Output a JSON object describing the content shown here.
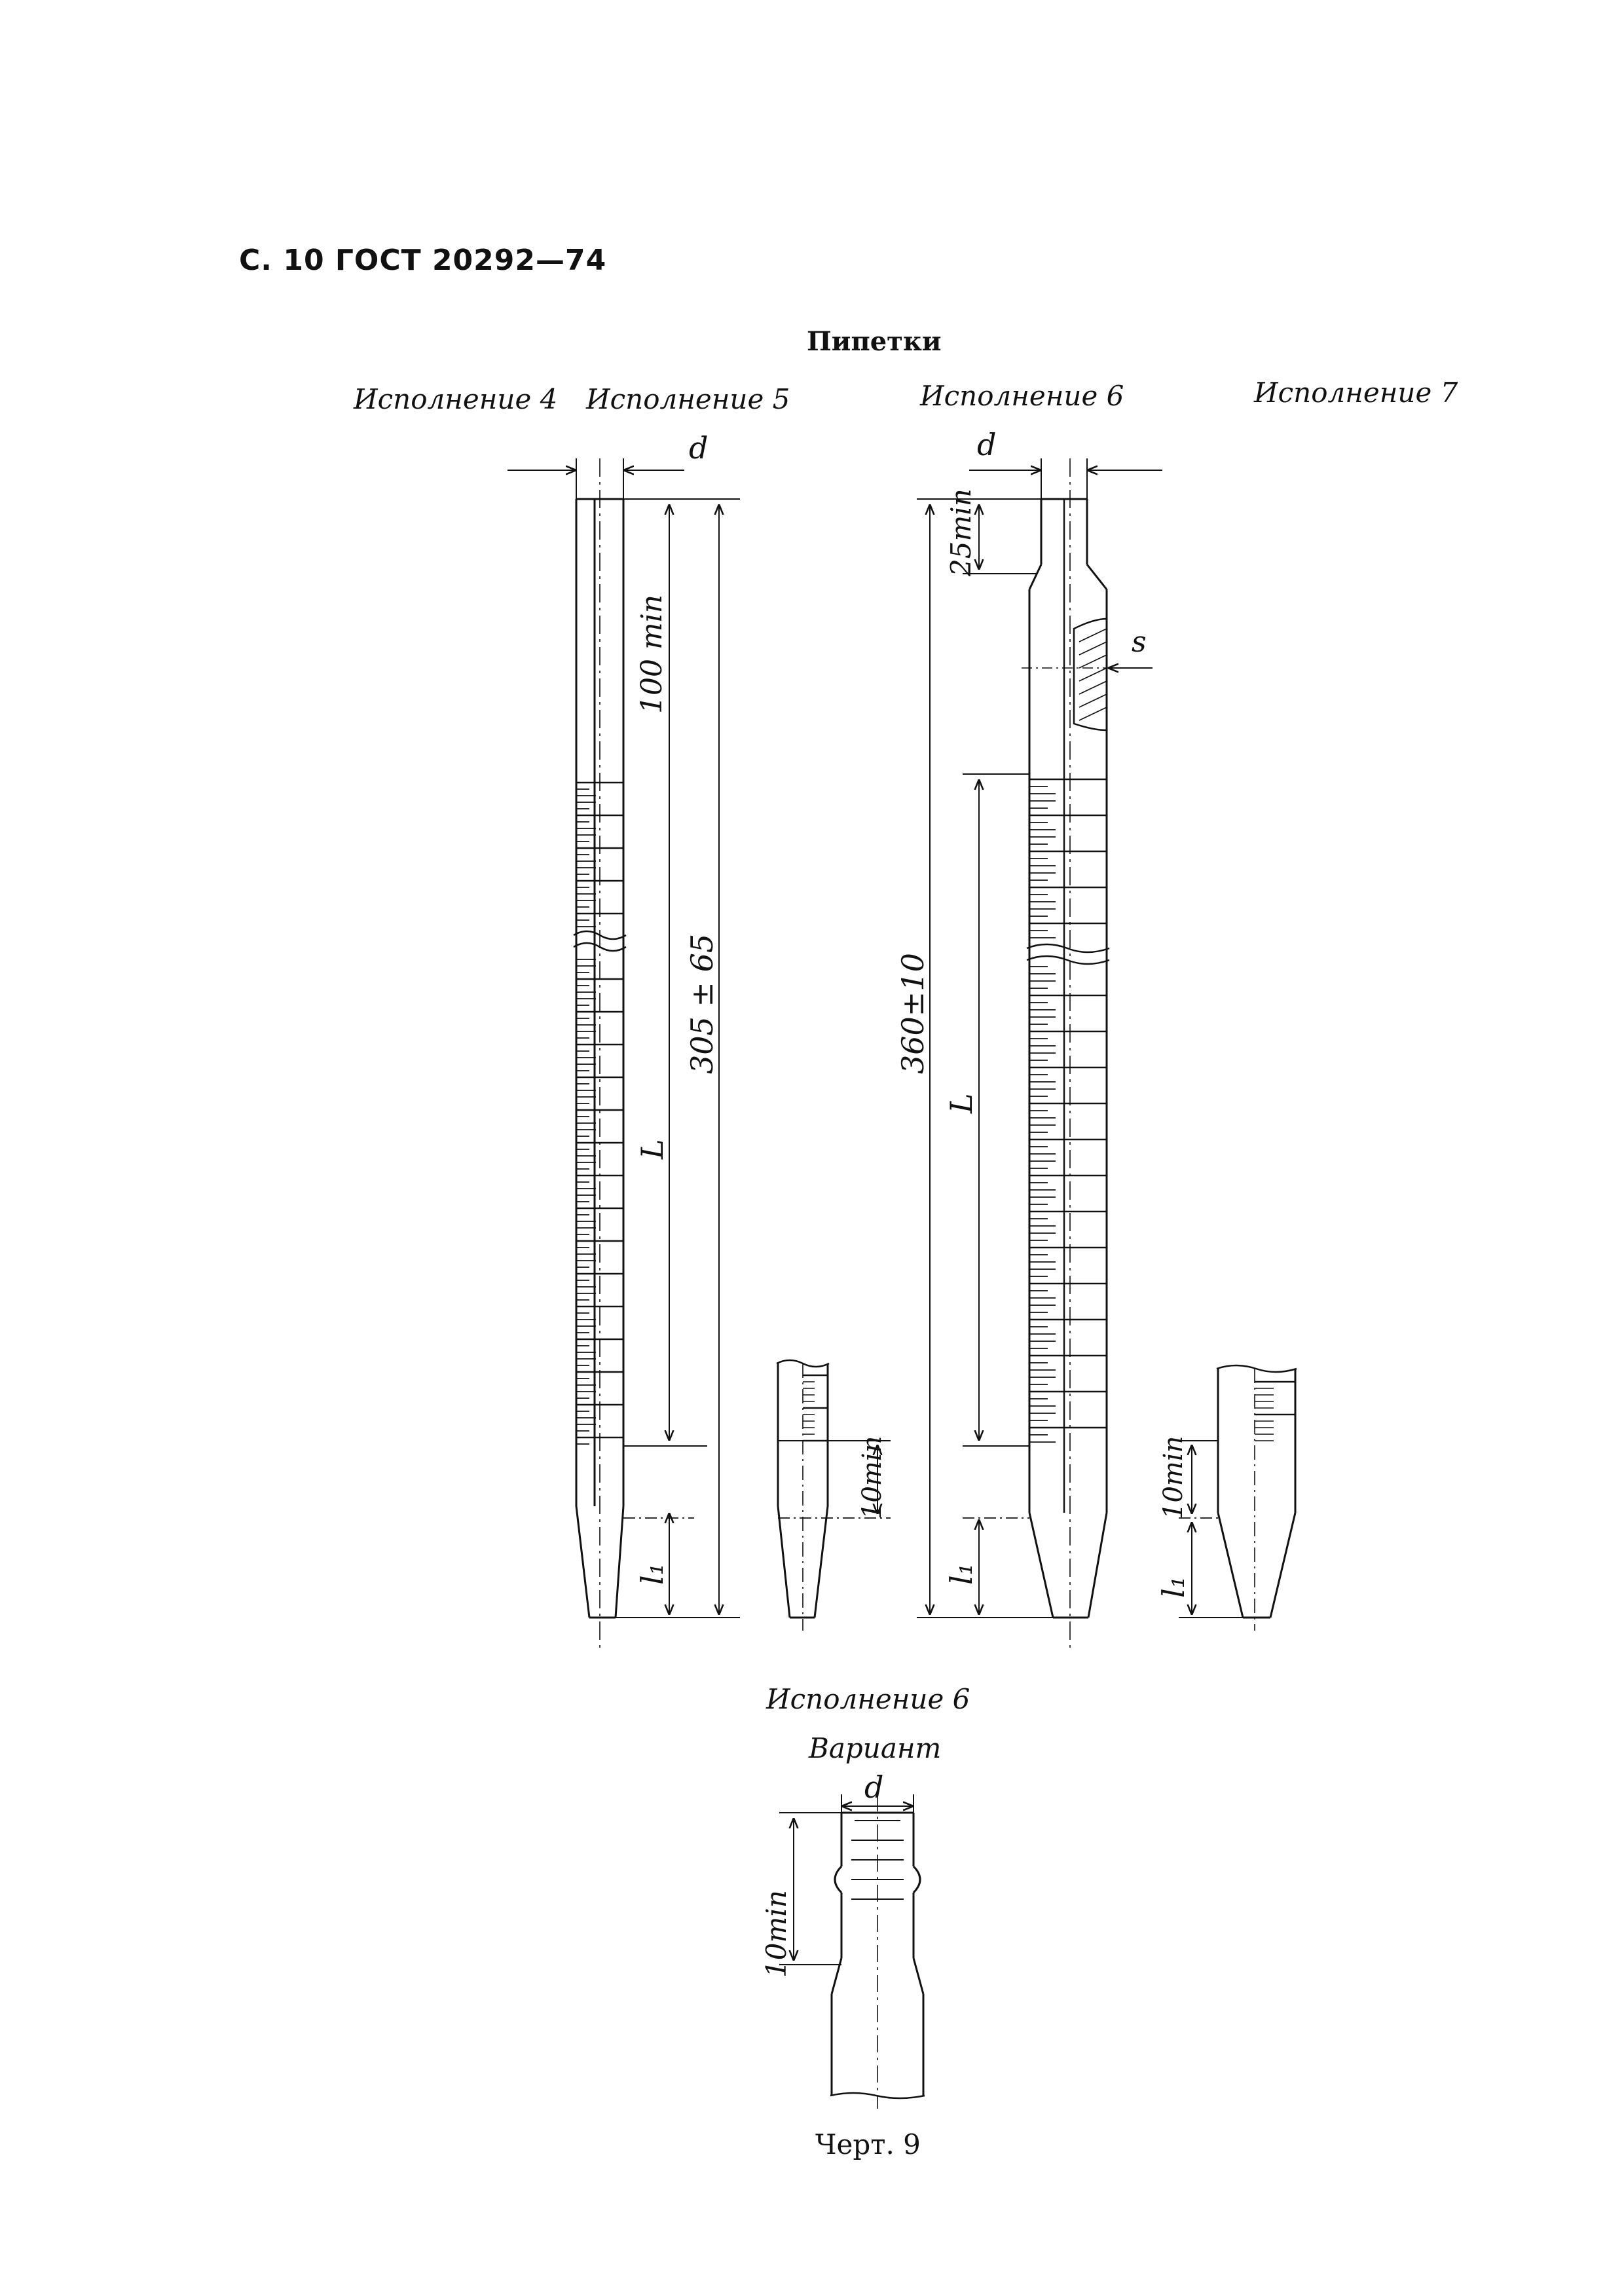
{
  "page_header": "С. 10 ГОСТ 20292—74",
  "title": "Пипетки",
  "versions": {
    "v4": "Исполнение 4",
    "v5": "Исполнение 5",
    "v6": "Исполнение 6",
    "v7": "Исполнение 7"
  },
  "dimensions": {
    "d": "d",
    "hundred_min": "100 min",
    "length_305": "305 ± 65",
    "L": "L",
    "l1": "l₁",
    "ten_min": "10min",
    "twentyfive_min": "25min",
    "s": "s",
    "length_360": "360±10"
  },
  "variant": {
    "title": "Исполнение 6",
    "subtitle": "Вариант",
    "d": "d",
    "ten_min": "10min"
  },
  "caption": "Черт. 9"
}
